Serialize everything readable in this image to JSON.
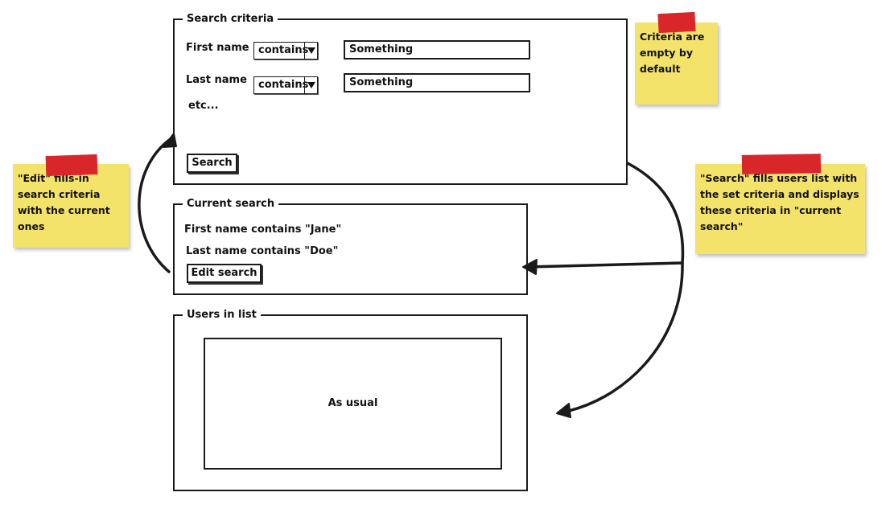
{
  "search_criteria": {
    "legend": "Search criteria",
    "rows": [
      {
        "label": "First name",
        "operator": "contains",
        "value": "Something"
      },
      {
        "label": "Last name",
        "operator": "contains",
        "value": "Something"
      }
    ],
    "etc": "etc...",
    "search_button": "Search"
  },
  "current_search": {
    "legend": "Current search",
    "lines": [
      "First name contains \"Jane\"",
      "Last name contains \"Doe\""
    ],
    "edit_button": "Edit search"
  },
  "users_in_list": {
    "legend": "Users in list",
    "placeholder": "As usual"
  },
  "notes": {
    "criteria": "Criteria are empty by default",
    "edit": "\"Edit\" fills-in search criteria with the current ones",
    "search": "\"Search\" fills users list with the set criteria and displays these criteria in \"current search\""
  },
  "colors": {
    "note_background": "#f3e36b",
    "tape": "#d9262b",
    "ink": "#1a1a1a"
  }
}
